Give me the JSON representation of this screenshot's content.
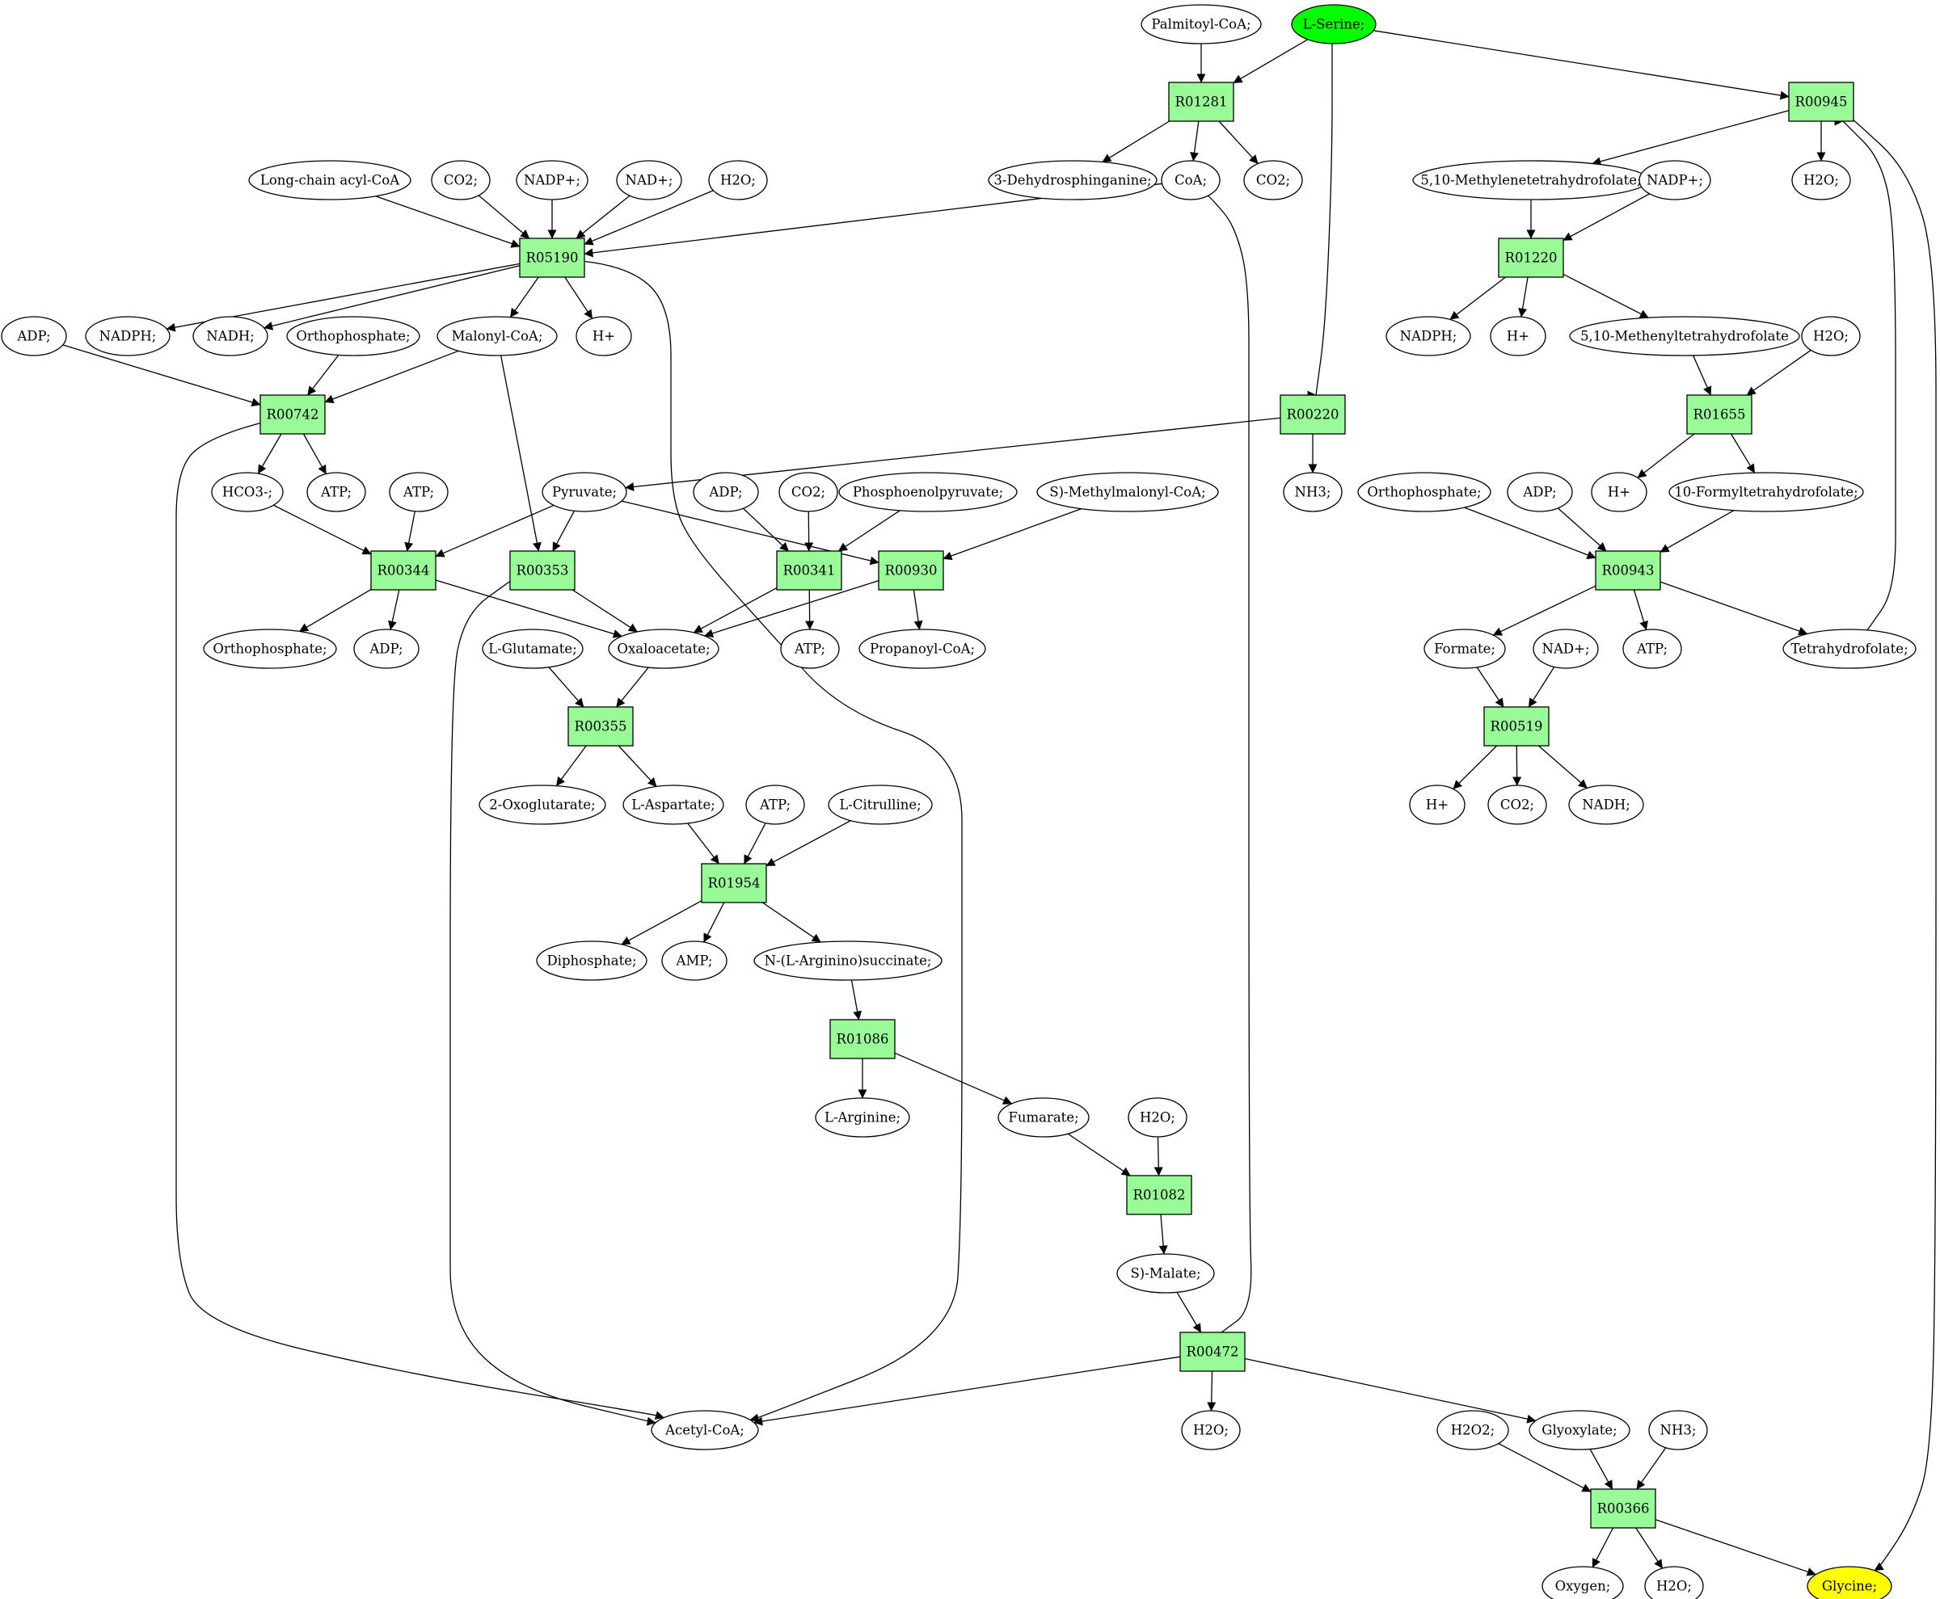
{
  "colors": {
    "reaction_fill": "#98fb98",
    "metabolite_fill": "#ffffff",
    "source_fill": "#00ff00",
    "target_fill": "#ffff00"
  },
  "nodes": [
    {
      "id": "palm",
      "label": "Palmitoyl-CoA;",
      "kind": "metabolite"
    },
    {
      "id": "lser",
      "label": "L-Serine;",
      "kind": "source"
    },
    {
      "id": "R01281",
      "label": "R01281",
      "kind": "reaction"
    },
    {
      "id": "R00945",
      "label": "R00945",
      "kind": "reaction"
    },
    {
      "id": "dhs",
      "label": "3-Dehydrosphinganine;",
      "kind": "metabolite"
    },
    {
      "id": "coa",
      "label": "CoA;",
      "kind": "metabolite"
    },
    {
      "id": "co2a",
      "label": "CO2;",
      "kind": "metabolite"
    },
    {
      "id": "mthf",
      "label": "5,10-Methylenetetrahydrofolate;",
      "kind": "metabolite"
    },
    {
      "id": "nadpp2",
      "label": "NADP+;",
      "kind": "metabolite"
    },
    {
      "id": "h2o1",
      "label": "H2O;",
      "kind": "metabolite"
    },
    {
      "id": "lcac",
      "label": "Long-chain acyl-CoA",
      "kind": "metabolite"
    },
    {
      "id": "co2b",
      "label": "CO2;",
      "kind": "metabolite"
    },
    {
      "id": "nadpp1",
      "label": "NADP+;",
      "kind": "metabolite"
    },
    {
      "id": "nadp1",
      "label": "NAD+;",
      "kind": "metabolite"
    },
    {
      "id": "h2o2",
      "label": "H2O;",
      "kind": "metabolite"
    },
    {
      "id": "R05190",
      "label": "R05190",
      "kind": "reaction"
    },
    {
      "id": "R01220",
      "label": "R01220",
      "kind": "reaction"
    },
    {
      "id": "adp1",
      "label": "ADP;",
      "kind": "metabolite"
    },
    {
      "id": "nadph1",
      "label": "NADPH;",
      "kind": "metabolite"
    },
    {
      "id": "nadh1",
      "label": "NADH;",
      "kind": "metabolite"
    },
    {
      "id": "ortho1",
      "label": "Orthophosphate;",
      "kind": "metabolite"
    },
    {
      "id": "malonyl",
      "label": "Malonyl-CoA;",
      "kind": "metabolite"
    },
    {
      "id": "hp1",
      "label": "H+",
      "kind": "metabolite"
    },
    {
      "id": "nadph2",
      "label": "NADPH;",
      "kind": "metabolite"
    },
    {
      "id": "hp2",
      "label": "H+",
      "kind": "metabolite"
    },
    {
      "id": "methenyl",
      "label": "5,10-Methenyltetrahydrofolate",
      "kind": "metabolite"
    },
    {
      "id": "h2o3",
      "label": "H2O;",
      "kind": "metabolite"
    },
    {
      "id": "R00742",
      "label": "R00742",
      "kind": "reaction"
    },
    {
      "id": "R00220",
      "label": "R00220",
      "kind": "reaction"
    },
    {
      "id": "R01655",
      "label": "R01655",
      "kind": "reaction"
    },
    {
      "id": "hco3",
      "label": "HCO3-;",
      "kind": "metabolite"
    },
    {
      "id": "atp1",
      "label": "ATP;",
      "kind": "metabolite"
    },
    {
      "id": "atp2",
      "label": "ATP;",
      "kind": "metabolite"
    },
    {
      "id": "pyr",
      "label": "Pyruvate;",
      "kind": "metabolite"
    },
    {
      "id": "adp2",
      "label": "ADP;",
      "kind": "metabolite"
    },
    {
      "id": "co2c",
      "label": "CO2;",
      "kind": "metabolite"
    },
    {
      "id": "pep",
      "label": "Phosphoenolpyruvate;",
      "kind": "metabolite"
    },
    {
      "id": "smm",
      "label": "S)-Methylmalonyl-CoA;",
      "kind": "metabolite"
    },
    {
      "id": "nh3a",
      "label": "NH3;",
      "kind": "metabolite"
    },
    {
      "id": "ortho2",
      "label": "Orthophosphate;",
      "kind": "metabolite"
    },
    {
      "id": "adp3",
      "label": "ADP;",
      "kind": "metabolite"
    },
    {
      "id": "hp3",
      "label": "H+",
      "kind": "metabolite"
    },
    {
      "id": "formyl",
      "label": "10-Formyltetrahydrofolate;",
      "kind": "metabolite"
    },
    {
      "id": "R00344",
      "label": "R00344",
      "kind": "reaction"
    },
    {
      "id": "R00353",
      "label": "R00353",
      "kind": "reaction"
    },
    {
      "id": "R00341",
      "label": "R00341",
      "kind": "reaction"
    },
    {
      "id": "R00930",
      "label": "R00930",
      "kind": "reaction"
    },
    {
      "id": "R00943",
      "label": "R00943",
      "kind": "reaction"
    },
    {
      "id": "ortho3",
      "label": "Orthophosphate;",
      "kind": "metabolite"
    },
    {
      "id": "adp4",
      "label": "ADP;",
      "kind": "metabolite"
    },
    {
      "id": "lglu",
      "label": "L-Glutamate;",
      "kind": "metabolite"
    },
    {
      "id": "oaa",
      "label": "Oxaloacetate;",
      "kind": "metabolite"
    },
    {
      "id": "atp3",
      "label": "ATP;",
      "kind": "metabolite"
    },
    {
      "id": "propcoa",
      "label": "Propanoyl-CoA;",
      "kind": "metabolite"
    },
    {
      "id": "formate",
      "label": "Formate;",
      "kind": "metabolite"
    },
    {
      "id": "nadp2",
      "label": "NAD+;",
      "kind": "metabolite"
    },
    {
      "id": "atp4",
      "label": "ATP;",
      "kind": "metabolite"
    },
    {
      "id": "thf",
      "label": "Tetrahydrofolate;",
      "kind": "metabolite"
    },
    {
      "id": "R00355",
      "label": "R00355",
      "kind": "reaction"
    },
    {
      "id": "R00519",
      "label": "R00519",
      "kind": "reaction"
    },
    {
      "id": "oxoglu",
      "label": "2-Oxoglutarate;",
      "kind": "metabolite"
    },
    {
      "id": "lasp",
      "label": "L-Aspartate;",
      "kind": "metabolite"
    },
    {
      "id": "atp5",
      "label": "ATP;",
      "kind": "metabolite"
    },
    {
      "id": "lcit",
      "label": "L-Citrulline;",
      "kind": "metabolite"
    },
    {
      "id": "hp4",
      "label": "H+",
      "kind": "metabolite"
    },
    {
      "id": "co2d",
      "label": "CO2;",
      "kind": "metabolite"
    },
    {
      "id": "nadh2",
      "label": "NADH;",
      "kind": "metabolite"
    },
    {
      "id": "R01954",
      "label": "R01954",
      "kind": "reaction"
    },
    {
      "id": "diph",
      "label": "Diphosphate;",
      "kind": "metabolite"
    },
    {
      "id": "amp",
      "label": "AMP;",
      "kind": "metabolite"
    },
    {
      "id": "argsuc",
      "label": "N-(L-Arginino)succinate;",
      "kind": "metabolite"
    },
    {
      "id": "R01086",
      "label": "R01086",
      "kind": "reaction"
    },
    {
      "id": "larg",
      "label": "L-Arginine;",
      "kind": "metabolite"
    },
    {
      "id": "fum",
      "label": "Fumarate;",
      "kind": "metabolite"
    },
    {
      "id": "h2o4",
      "label": "H2O;",
      "kind": "metabolite"
    },
    {
      "id": "R01082",
      "label": "R01082",
      "kind": "reaction"
    },
    {
      "id": "smal",
      "label": "S)-Malate;",
      "kind": "metabolite"
    },
    {
      "id": "R00472",
      "label": "R00472",
      "kind": "reaction"
    },
    {
      "id": "acoa",
      "label": "Acetyl-CoA;",
      "kind": "metabolite"
    },
    {
      "id": "h2o5",
      "label": "H2O;",
      "kind": "metabolite"
    },
    {
      "id": "h2o2b",
      "label": "H2O2;",
      "kind": "metabolite"
    },
    {
      "id": "glyox",
      "label": "Glyoxylate;",
      "kind": "metabolite"
    },
    {
      "id": "nh3b",
      "label": "NH3;",
      "kind": "metabolite"
    },
    {
      "id": "R00366",
      "label": "R00366",
      "kind": "reaction"
    },
    {
      "id": "oxygen",
      "label": "Oxygen;",
      "kind": "metabolite"
    },
    {
      "id": "h2o6",
      "label": "H2O;",
      "kind": "metabolite"
    },
    {
      "id": "gly",
      "label": "Glycine;",
      "kind": "target"
    }
  ],
  "edges": [
    [
      "palm",
      "R01281"
    ],
    [
      "lser",
      "R01281"
    ],
    [
      "lser",
      "R00945"
    ],
    [
      "lser",
      "R00220"
    ],
    [
      "R01281",
      "dhs"
    ],
    [
      "R01281",
      "coa"
    ],
    [
      "R01281",
      "co2a"
    ],
    [
      "R00945",
      "mthf"
    ],
    [
      "R00945",
      "h2o1"
    ],
    [
      "R00945",
      "gly"
    ],
    [
      "lcac",
      "R05190"
    ],
    [
      "co2b",
      "R05190"
    ],
    [
      "nadpp1",
      "R05190"
    ],
    [
      "nadp1",
      "R05190"
    ],
    [
      "h2o2",
      "R05190"
    ],
    [
      "coa",
      "R05190"
    ],
    [
      "coa",
      "R00472"
    ],
    [
      "mthf",
      "R01220"
    ],
    [
      "nadpp2",
      "R01220"
    ],
    [
      "R05190",
      "nadph1"
    ],
    [
      "R05190",
      "nadh1"
    ],
    [
      "R05190",
      "malonyl"
    ],
    [
      "R05190",
      "hp1"
    ],
    [
      "R05190",
      "acoa"
    ],
    [
      "R01220",
      "nadph2"
    ],
    [
      "R01220",
      "hp2"
    ],
    [
      "R01220",
      "methenyl"
    ],
    [
      "adp1",
      "R00742"
    ],
    [
      "ortho1",
      "R00742"
    ],
    [
      "malonyl",
      "R00742"
    ],
    [
      "malonyl",
      "R00353"
    ],
    [
      "methenyl",
      "R01655"
    ],
    [
      "h2o3",
      "R01655"
    ],
    [
      "R00742",
      "hco3"
    ],
    [
      "R00742",
      "atp1"
    ],
    [
      "R00742",
      "acoa"
    ],
    [
      "R00220",
      "pyr"
    ],
    [
      "R00220",
      "nh3a"
    ],
    [
      "R01655",
      "hp3"
    ],
    [
      "R01655",
      "formyl"
    ],
    [
      "hco3",
      "R00344"
    ],
    [
      "atp2",
      "R00344"
    ],
    [
      "pyr",
      "R00344"
    ],
    [
      "pyr",
      "R00353"
    ],
    [
      "pyr",
      "R00930"
    ],
    [
      "adp2",
      "R00341"
    ],
    [
      "co2c",
      "R00341"
    ],
    [
      "pep",
      "R00341"
    ],
    [
      "smm",
      "R00930"
    ],
    [
      "ortho2",
      "R00943"
    ],
    [
      "adp3",
      "R00943"
    ],
    [
      "formyl",
      "R00943"
    ],
    [
      "R00344",
      "ortho3"
    ],
    [
      "R00344",
      "adp4"
    ],
    [
      "R00344",
      "oaa"
    ],
    [
      "R00353",
      "oaa"
    ],
    [
      "R00353",
      "acoa"
    ],
    [
      "R00341",
      "oaa"
    ],
    [
      "R00341",
      "atp3"
    ],
    [
      "R00930",
      "oaa"
    ],
    [
      "R00930",
      "propcoa"
    ],
    [
      "R00943",
      "formate"
    ],
    [
      "R00943",
      "atp4"
    ],
    [
      "R00943",
      "thf"
    ],
    [
      "thf",
      "R00945"
    ],
    [
      "lglu",
      "R00355"
    ],
    [
      "oaa",
      "R00355"
    ],
    [
      "formate",
      "R00519"
    ],
    [
      "nadp2",
      "R00519"
    ],
    [
      "R00355",
      "oxoglu"
    ],
    [
      "R00355",
      "lasp"
    ],
    [
      "R00519",
      "hp4"
    ],
    [
      "R00519",
      "co2d"
    ],
    [
      "R00519",
      "nadh2"
    ],
    [
      "lasp",
      "R01954"
    ],
    [
      "atp5",
      "R01954"
    ],
    [
      "lcit",
      "R01954"
    ],
    [
      "R01954",
      "diph"
    ],
    [
      "R01954",
      "amp"
    ],
    [
      "R01954",
      "argsuc"
    ],
    [
      "argsuc",
      "R01086"
    ],
    [
      "R01086",
      "larg"
    ],
    [
      "R01086",
      "fum"
    ],
    [
      "fum",
      "R01082"
    ],
    [
      "h2o4",
      "R01082"
    ],
    [
      "R01082",
      "smal"
    ],
    [
      "smal",
      "R00472"
    ],
    [
      "R00472",
      "acoa"
    ],
    [
      "R00472",
      "h2o5"
    ],
    [
      "R00472",
      "glyox"
    ],
    [
      "h2o2b",
      "R00366"
    ],
    [
      "glyox",
      "R00366"
    ],
    [
      "nh3b",
      "R00366"
    ],
    [
      "R00366",
      "oxygen"
    ],
    [
      "R00366",
      "h2o6"
    ],
    [
      "R00366",
      "gly"
    ]
  ]
}
